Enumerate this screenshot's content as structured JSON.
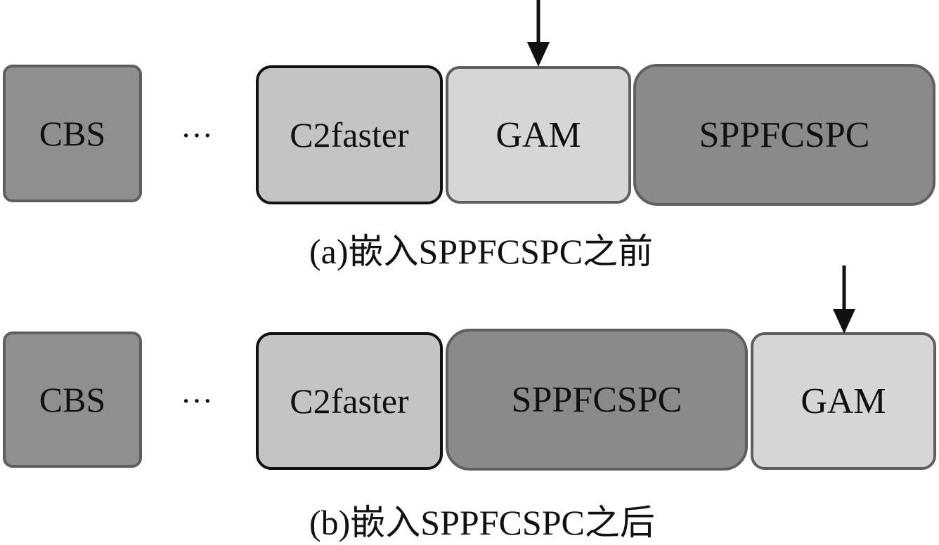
{
  "row_a": {
    "cbs": "CBS",
    "ellipsis": "···",
    "c2faster": "C2faster",
    "gam": "GAM",
    "sppfcspc": "SPPFCSPC",
    "caption": "(a)嵌入SPPFCSPC之前"
  },
  "row_b": {
    "cbs": "CBS",
    "ellipsis": "···",
    "c2faster": "C2faster",
    "sppfcspc": "SPPFCSPC",
    "gam": "GAM",
    "caption": "(b)嵌入SPPFCSPC之后"
  }
}
